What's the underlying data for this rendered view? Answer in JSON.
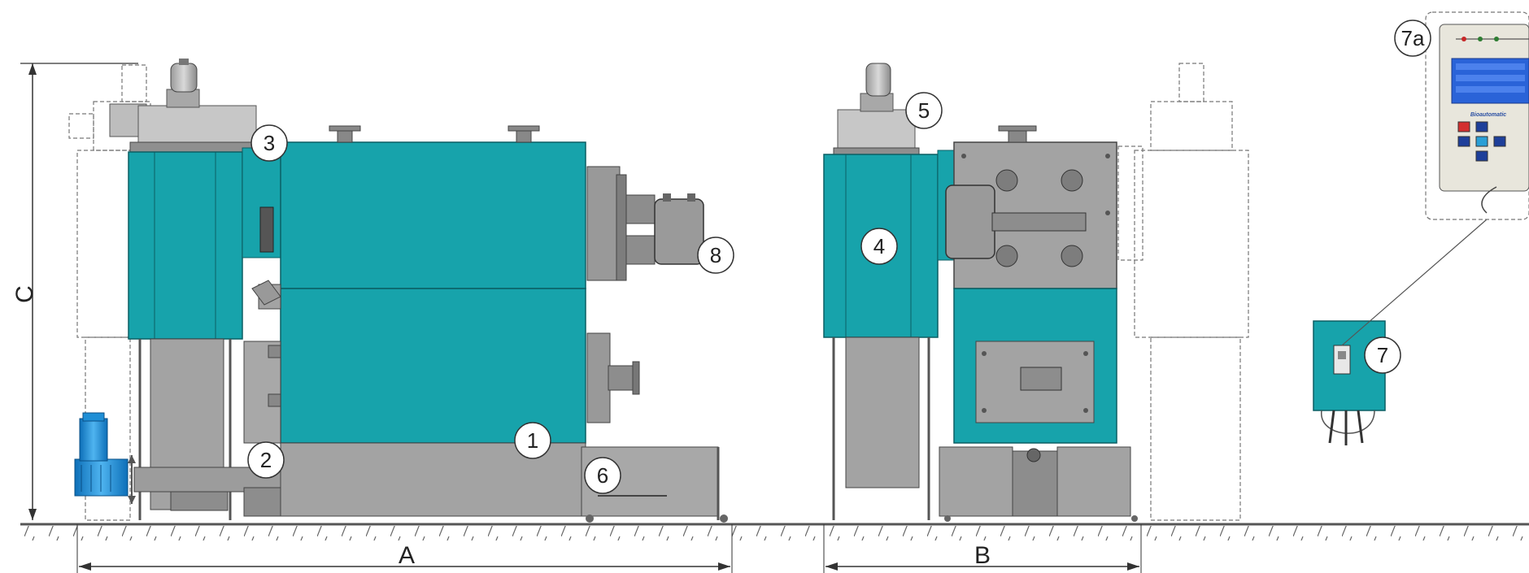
{
  "callouts": {
    "c1": "1",
    "c2": "2",
    "c3": "3",
    "c4": "4",
    "c5": "5",
    "c6": "6",
    "c7": "7",
    "c7a": "7a",
    "c8": "8"
  },
  "dimensions": {
    "a": "A",
    "b": "B",
    "c": "C"
  },
  "control_panel": {
    "brand": "Bioautomatic"
  },
  "colors": {
    "teal": "#17a3ab",
    "teal_dark": "#0e7f86",
    "steel": "#a3a3a3",
    "steel_dark": "#7d7d7d",
    "motor_blue": "#1f8fd6",
    "screen_blue": "#2a63d8",
    "ground": "#555555"
  }
}
